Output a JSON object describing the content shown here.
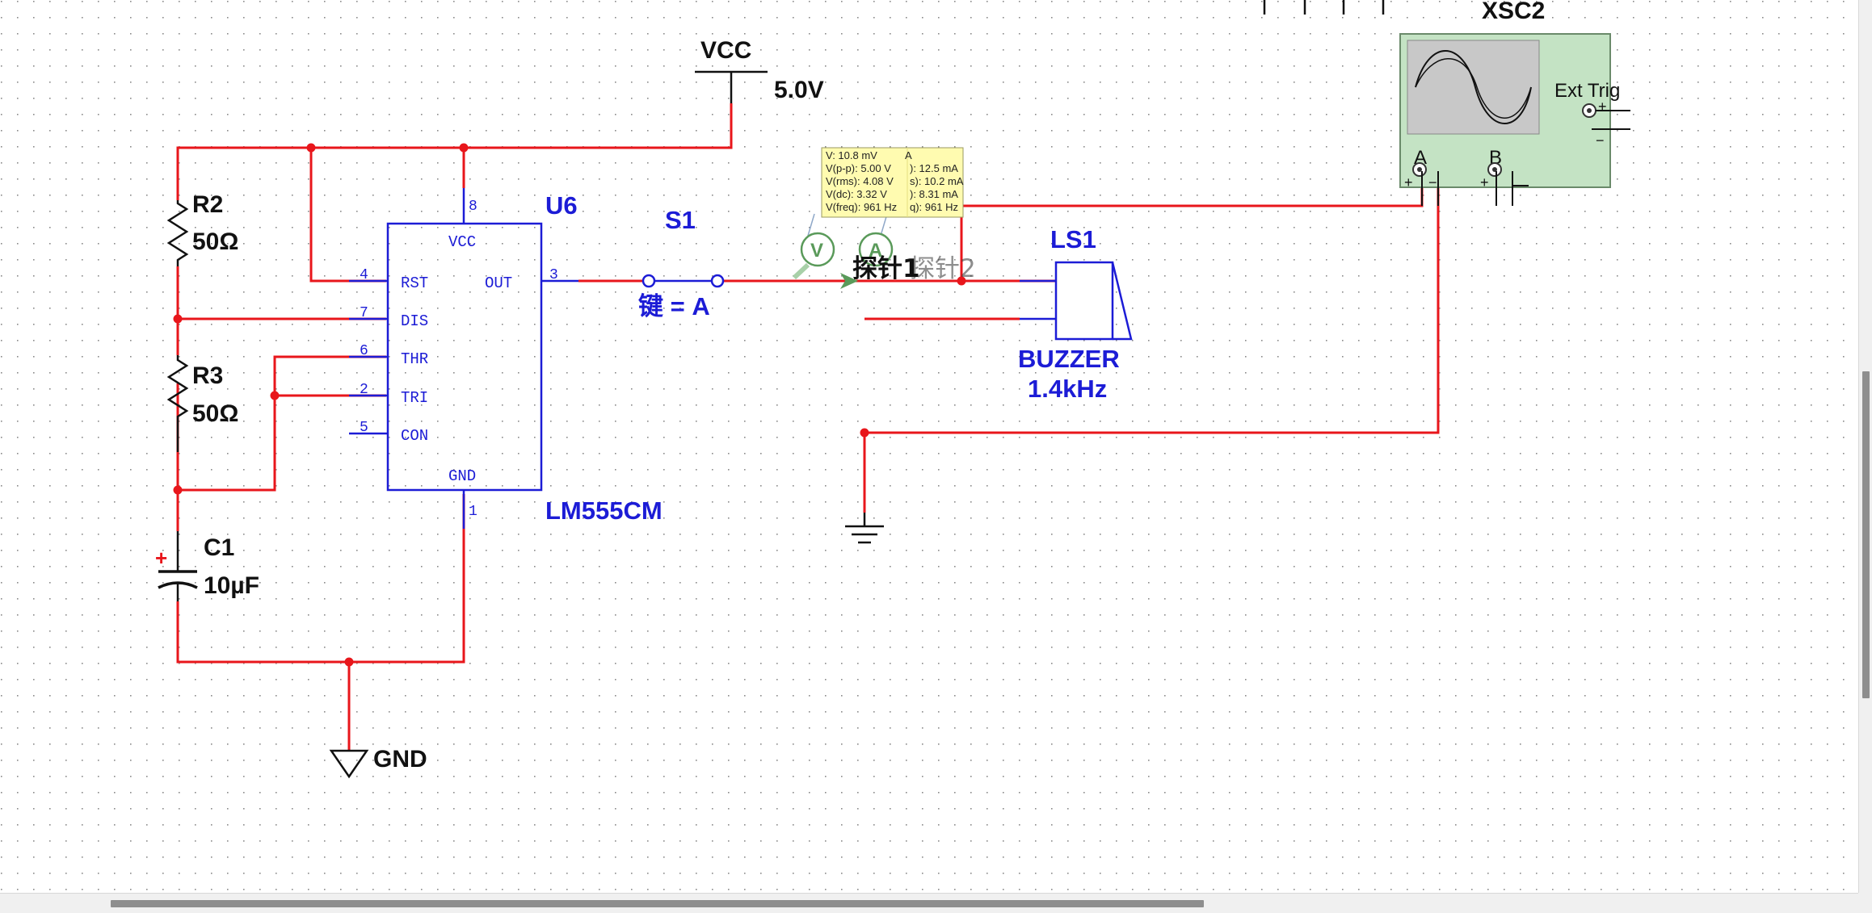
{
  "vcc": {
    "name": "VCC",
    "value": "5.0V"
  },
  "resistors": [
    {
      "ref": "R2",
      "value": "50Ω"
    },
    {
      "ref": "R3",
      "value": "50Ω"
    }
  ],
  "capacitor": {
    "ref": "C1",
    "value": "10µF",
    "polarity": "+"
  },
  "ground": {
    "label": "GND"
  },
  "timer": {
    "ref": "U6",
    "part": "LM555CM",
    "pins": {
      "vcc": "VCC",
      "rst": "RST",
      "out": "OUT",
      "dis": "DIS",
      "thr": "THR",
      "tri": "TRI",
      "con": "CON",
      "gnd": "GND"
    },
    "pin_numbers": {
      "vcc": "8",
      "rst": "4",
      "out": "3",
      "dis": "7",
      "thr": "6",
      "tri": "2",
      "con": "5",
      "gnd": "1"
    }
  },
  "switch": {
    "ref": "S1",
    "key": "键 = A"
  },
  "probe": {
    "name": "探针1",
    "overlap_label": "探针2",
    "voltmeter_icon": "V",
    "ammeter_icon": "A",
    "voltage_readings": [
      "V: 10.8 mV",
      "V(p-p): 5.00 V",
      "V(rms): 4.08 V",
      "V(dc): 3.32 V",
      "V(freq): 961 Hz"
    ],
    "current_readings": [
      "A",
      "): 12.5 mA",
      "s): 10.2 mA",
      "): 8.31 mA",
      "q): 961 Hz"
    ]
  },
  "buzzer": {
    "ref": "LS1",
    "type": "BUZZER",
    "freq": "1.4kHz"
  },
  "oscilloscope": {
    "ref": "XSC2",
    "ext_trig": "Ext Trig",
    "channel_a": "A",
    "channel_b": "B",
    "plus": "+",
    "minus": "−"
  },
  "colors": {
    "wire": "#e8161b",
    "component": "#1c1cd6",
    "label_blue": "#1c1cd6",
    "text": "#111111",
    "scope_body": "#c4e3c4",
    "probe_box": "#fffbb0",
    "probe_icon": "#5a9a5a"
  }
}
